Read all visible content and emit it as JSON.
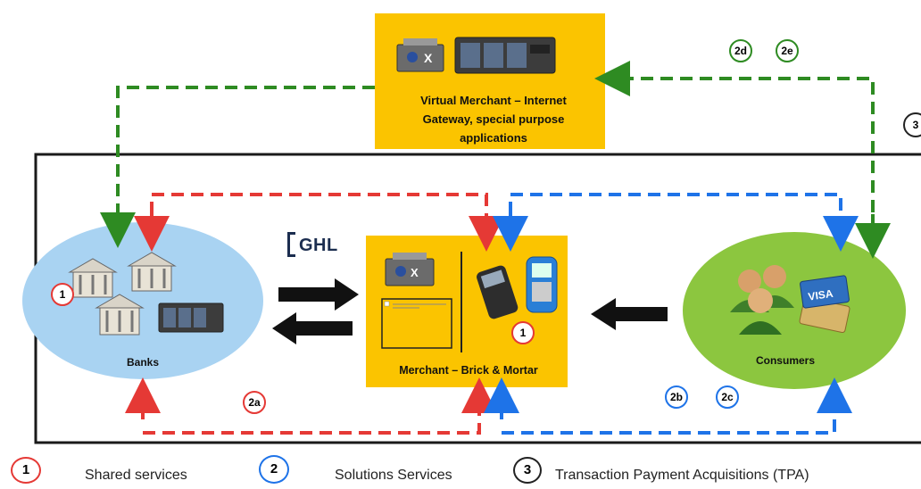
{
  "diagram": {
    "virtual_merchant": {
      "line1": "Virtual Merchant – Internet",
      "line2": "Gateway, special purpose",
      "line3": "applications"
    },
    "banks": {
      "label": "Banks"
    },
    "merchant": {
      "label": "Merchant – Brick & Mortar"
    },
    "consumers": {
      "label": "Consumers"
    },
    "gateway_logo": "GHL",
    "card_brand": "VISA",
    "badges": {
      "banks": "1",
      "merchant": "1",
      "tpa": "3",
      "b2a": "2a",
      "b2b": "2b",
      "b2c": "2c",
      "b2d": "2d",
      "b2e": "2e"
    },
    "colors": {
      "shared": "#e53935",
      "solutions": "#1e73e8",
      "tpa": "#222222",
      "virtual_flow": "#2e8b22",
      "box_fill": "#fbc400",
      "banks_fill": "#a9d3f2",
      "consumers_fill": "#8cc63f"
    }
  },
  "legend": {
    "items": [
      {
        "num": "1",
        "label": "Shared services"
      },
      {
        "num": "2",
        "label": "Solutions Services"
      },
      {
        "num": "3",
        "label": "Transaction Payment Acquisitions (TPA)"
      }
    ]
  }
}
